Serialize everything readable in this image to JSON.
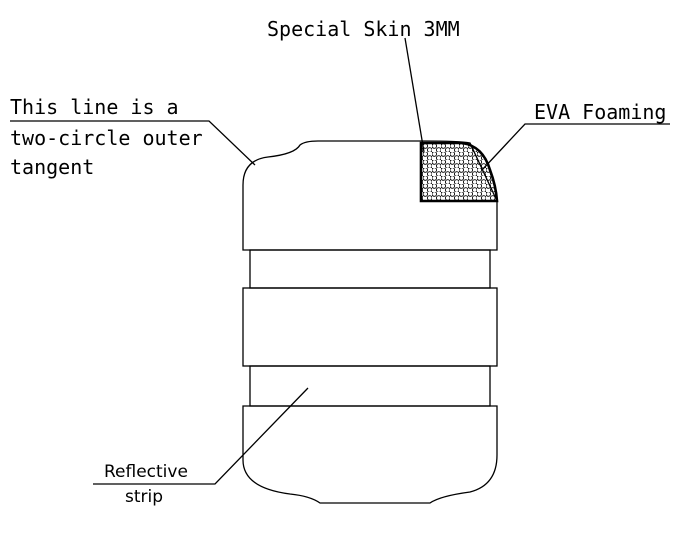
{
  "labels": {
    "special_skin": "Special Skin 3MM",
    "eva_foaming": "EVA Foaming",
    "tangent_line_1": "This line is a",
    "tangent_line_2": "two-circle outer",
    "tangent_line_3": "tangent",
    "reflective_line_1": "Reflective",
    "reflective_line_2": "strip"
  },
  "colors": {
    "stroke": "#000000",
    "background": "#ffffff"
  }
}
